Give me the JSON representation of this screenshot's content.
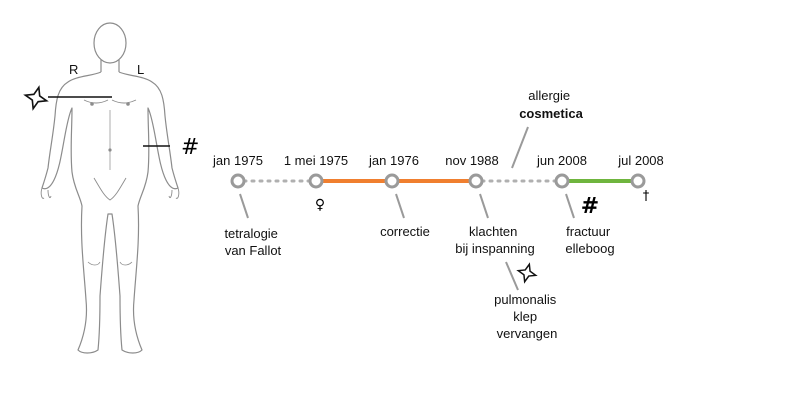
{
  "body_figure": {
    "side_right": "R",
    "side_left": "L",
    "marker_chest": "star-icon",
    "marker_elbow": "#"
  },
  "timeline": {
    "dates": [
      "jan 1975",
      "1 mei 1975",
      "jan 1976",
      "nov 1988",
      "jun 2008",
      "jul 2008"
    ],
    "events": [
      {
        "lines": [
          "tetralogie",
          "van Fallot"
        ]
      },
      {
        "lines": [
          "correctie"
        ]
      },
      {
        "lines": [
          "klachten",
          "bij inspanning"
        ]
      },
      {
        "lines": [
          "fractuur",
          "elleboog"
        ]
      },
      {
        "lines": [
          "pulmonalis",
          "klep",
          "vervangen"
        ]
      }
    ],
    "allergy": {
      "line1": "allergie",
      "line2": "cosmetica"
    },
    "female_symbol": "♀",
    "death_symbol": "†",
    "fracture_symbol": "#",
    "colors": {
      "node": "#9a9a9a",
      "dotted": "#b0b0b0",
      "orange": "#f07f2f",
      "green": "#6fb53e",
      "connector": "#9a9a9a"
    }
  }
}
